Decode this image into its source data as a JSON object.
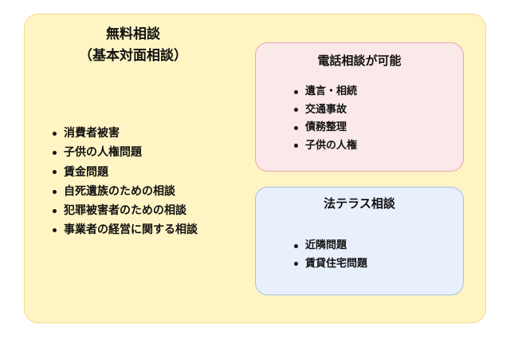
{
  "free_consultation": {
    "title_line1": "無料相談",
    "title_line2": "（基本対面相談）",
    "items": [
      "消費者被害",
      "子供の人権問題",
      "賃金問題",
      "自死遺族のための相談",
      "犯罪被害者のための相談",
      "事業者の経営に関する相談"
    ]
  },
  "phone_consultation": {
    "title": "電話相談が可能",
    "items": [
      "遺言・相続",
      "交通事故",
      "債務整理",
      "子供の人権"
    ]
  },
  "houterasu_consultation": {
    "title": "法テラス相談",
    "items": [
      "近隣問題",
      "賃貸住宅問題"
    ]
  },
  "colors": {
    "outer_fill": "#fff5c4",
    "outer_border": "#f3d98a",
    "phone_fill": "#fbe8e8",
    "phone_border": "#e8a6b4",
    "houterasu_fill": "#e8f0fb",
    "houterasu_border": "#a6c0e6"
  }
}
